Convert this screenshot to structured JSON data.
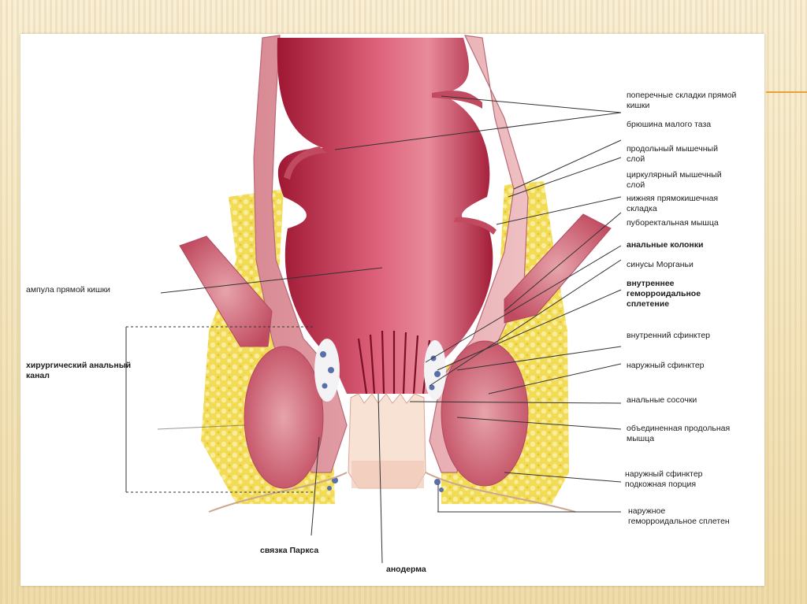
{
  "labels": {
    "transverse_folds": "поперечные складки прямой\nкишки",
    "pelvic_peritoneum": "брюшина малого таза",
    "longitudinal_layer": "продольный мышечный\nслой",
    "circular_layer": "циркулярный мышечный\nслой",
    "lower_rectal_fold": "нижняя прямокишечная\nскладка",
    "puborectalis": "пуборектальная мышца",
    "anal_columns": "анальные колонки",
    "morgagni_sinuses": "синусы Морганьи",
    "internal_hemorrhoidal": "внутреннее\nгеморроидальное\nсплетение",
    "internal_sphincter": "внутренний сфинктер",
    "external_sphincter": "наружный сфинктер",
    "anal_papillae": "анальные сосочки",
    "conjoined_longitudinal": "объединенная продольная\nмышца",
    "external_sphincter_subcutaneous": "наружный сфинктер\nподкожная порция",
    "external_hemorrhoidal": "наружное\nгеморроидальное сплетен",
    "rectal_ampulla": "ампула прямой кишки",
    "surgical_anal_canal": "хирургический анальный\nканал",
    "parks_ligament": "связка Паркса",
    "anoderm": "анодерма"
  },
  "colors": {
    "rectum_wall": "#b8233f",
    "rectum_highlight": "#ea8a9c",
    "muscle": "#c9556a",
    "muscle_light": "#e3a0a8",
    "fat": "#f1d64a",
    "fat_light": "#f7e99a",
    "anoderm": "#f6dfcf",
    "leader_line": "#333333"
  }
}
